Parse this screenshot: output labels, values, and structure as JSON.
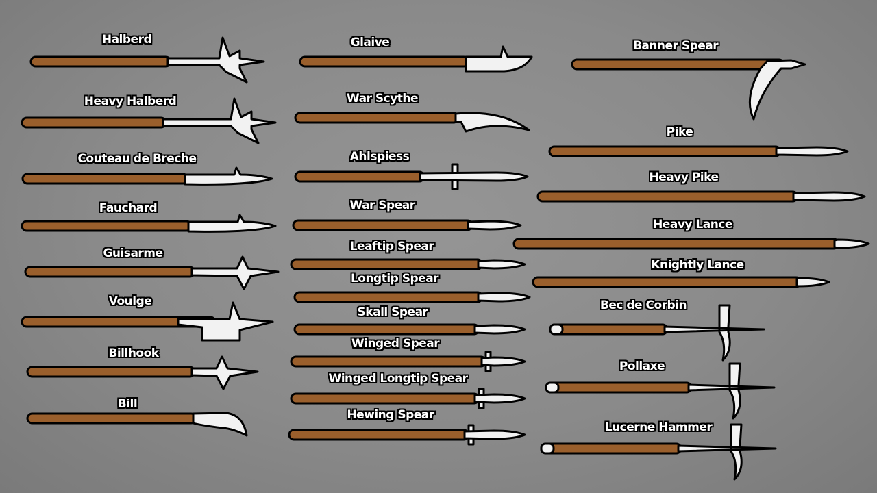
{
  "title": "Polearm weapons",
  "colors": {
    "shaft": "#9a5f2c",
    "metal": "#f2f2f2",
    "outline": "#000000",
    "background": "#8a8a8a"
  },
  "weapons": [
    {
      "name": "Halberd"
    },
    {
      "name": "Heavy Halberd"
    },
    {
      "name": "Couteau de Breche"
    },
    {
      "name": "Fauchard"
    },
    {
      "name": "Guisarme"
    },
    {
      "name": "Voulge"
    },
    {
      "name": "Billhook"
    },
    {
      "name": "Bill"
    },
    {
      "name": "Glaive"
    },
    {
      "name": "War Scythe"
    },
    {
      "name": "Ahlspiess"
    },
    {
      "name": "War Spear"
    },
    {
      "name": "Leaftip Spear"
    },
    {
      "name": "Longtip Spear"
    },
    {
      "name": "Skall Spear"
    },
    {
      "name": "Winged Spear"
    },
    {
      "name": "Winged Longtip Spear"
    },
    {
      "name": "Hewing Spear"
    },
    {
      "name": "Banner Spear"
    },
    {
      "name": "Pike"
    },
    {
      "name": "Heavy Pike"
    },
    {
      "name": "Heavy Lance"
    },
    {
      "name": "Knightly Lance"
    },
    {
      "name": "Bec de Corbin"
    },
    {
      "name": "Pollaxe"
    },
    {
      "name": "Lucerne Hammer"
    }
  ]
}
